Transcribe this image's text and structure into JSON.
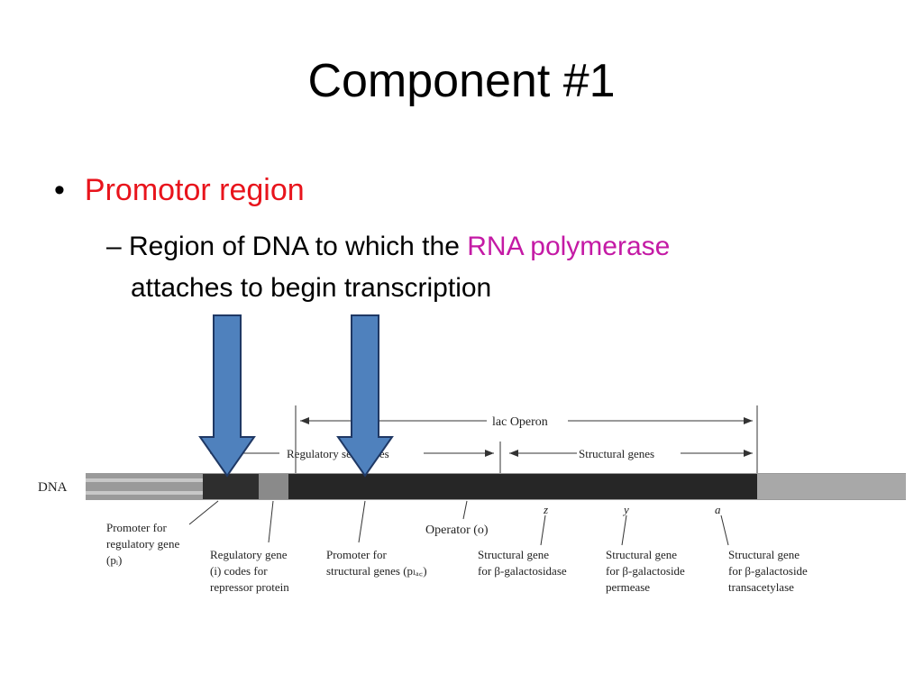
{
  "slide": {
    "title": "Component #1",
    "bullet": "Promotor region",
    "sub_prefix": "– Region of DNA to which the",
    "sub_highlight": "RNA polymerase",
    "sub_line2": "attaches to begin transcription"
  },
  "colors": {
    "bullet": "#e8141c",
    "highlight": "#c41aa5",
    "arrow_fill": "#4f81bd",
    "arrow_stroke": "#1f3864"
  },
  "diagram": {
    "dna_label": "DNA",
    "lac_operon": "lac Operon",
    "regulatory_sequences": "Regulatory sequences",
    "structural_genes": "Structural genes",
    "operator": "Operator (o)",
    "gene_letters": [
      "z",
      "y",
      "a"
    ],
    "labels": {
      "promoter_reg": [
        "Promoter for",
        "regulatory gene",
        "(pᵢ)"
      ],
      "regulatory_gene": [
        "Regulatory gene",
        "(i) codes for",
        "repressor protein"
      ],
      "promoter_struct": [
        "Promoter for",
        "structural genes (pₗₐ꜀)"
      ],
      "gal_z": [
        "Structural gene",
        "for β-galactosidase"
      ],
      "gal_y": [
        "Structural gene",
        "for β-galactoside",
        "permease"
      ],
      "gal_a": [
        "Structural gene",
        "for β-galactoside",
        "transacetylase"
      ]
    }
  }
}
